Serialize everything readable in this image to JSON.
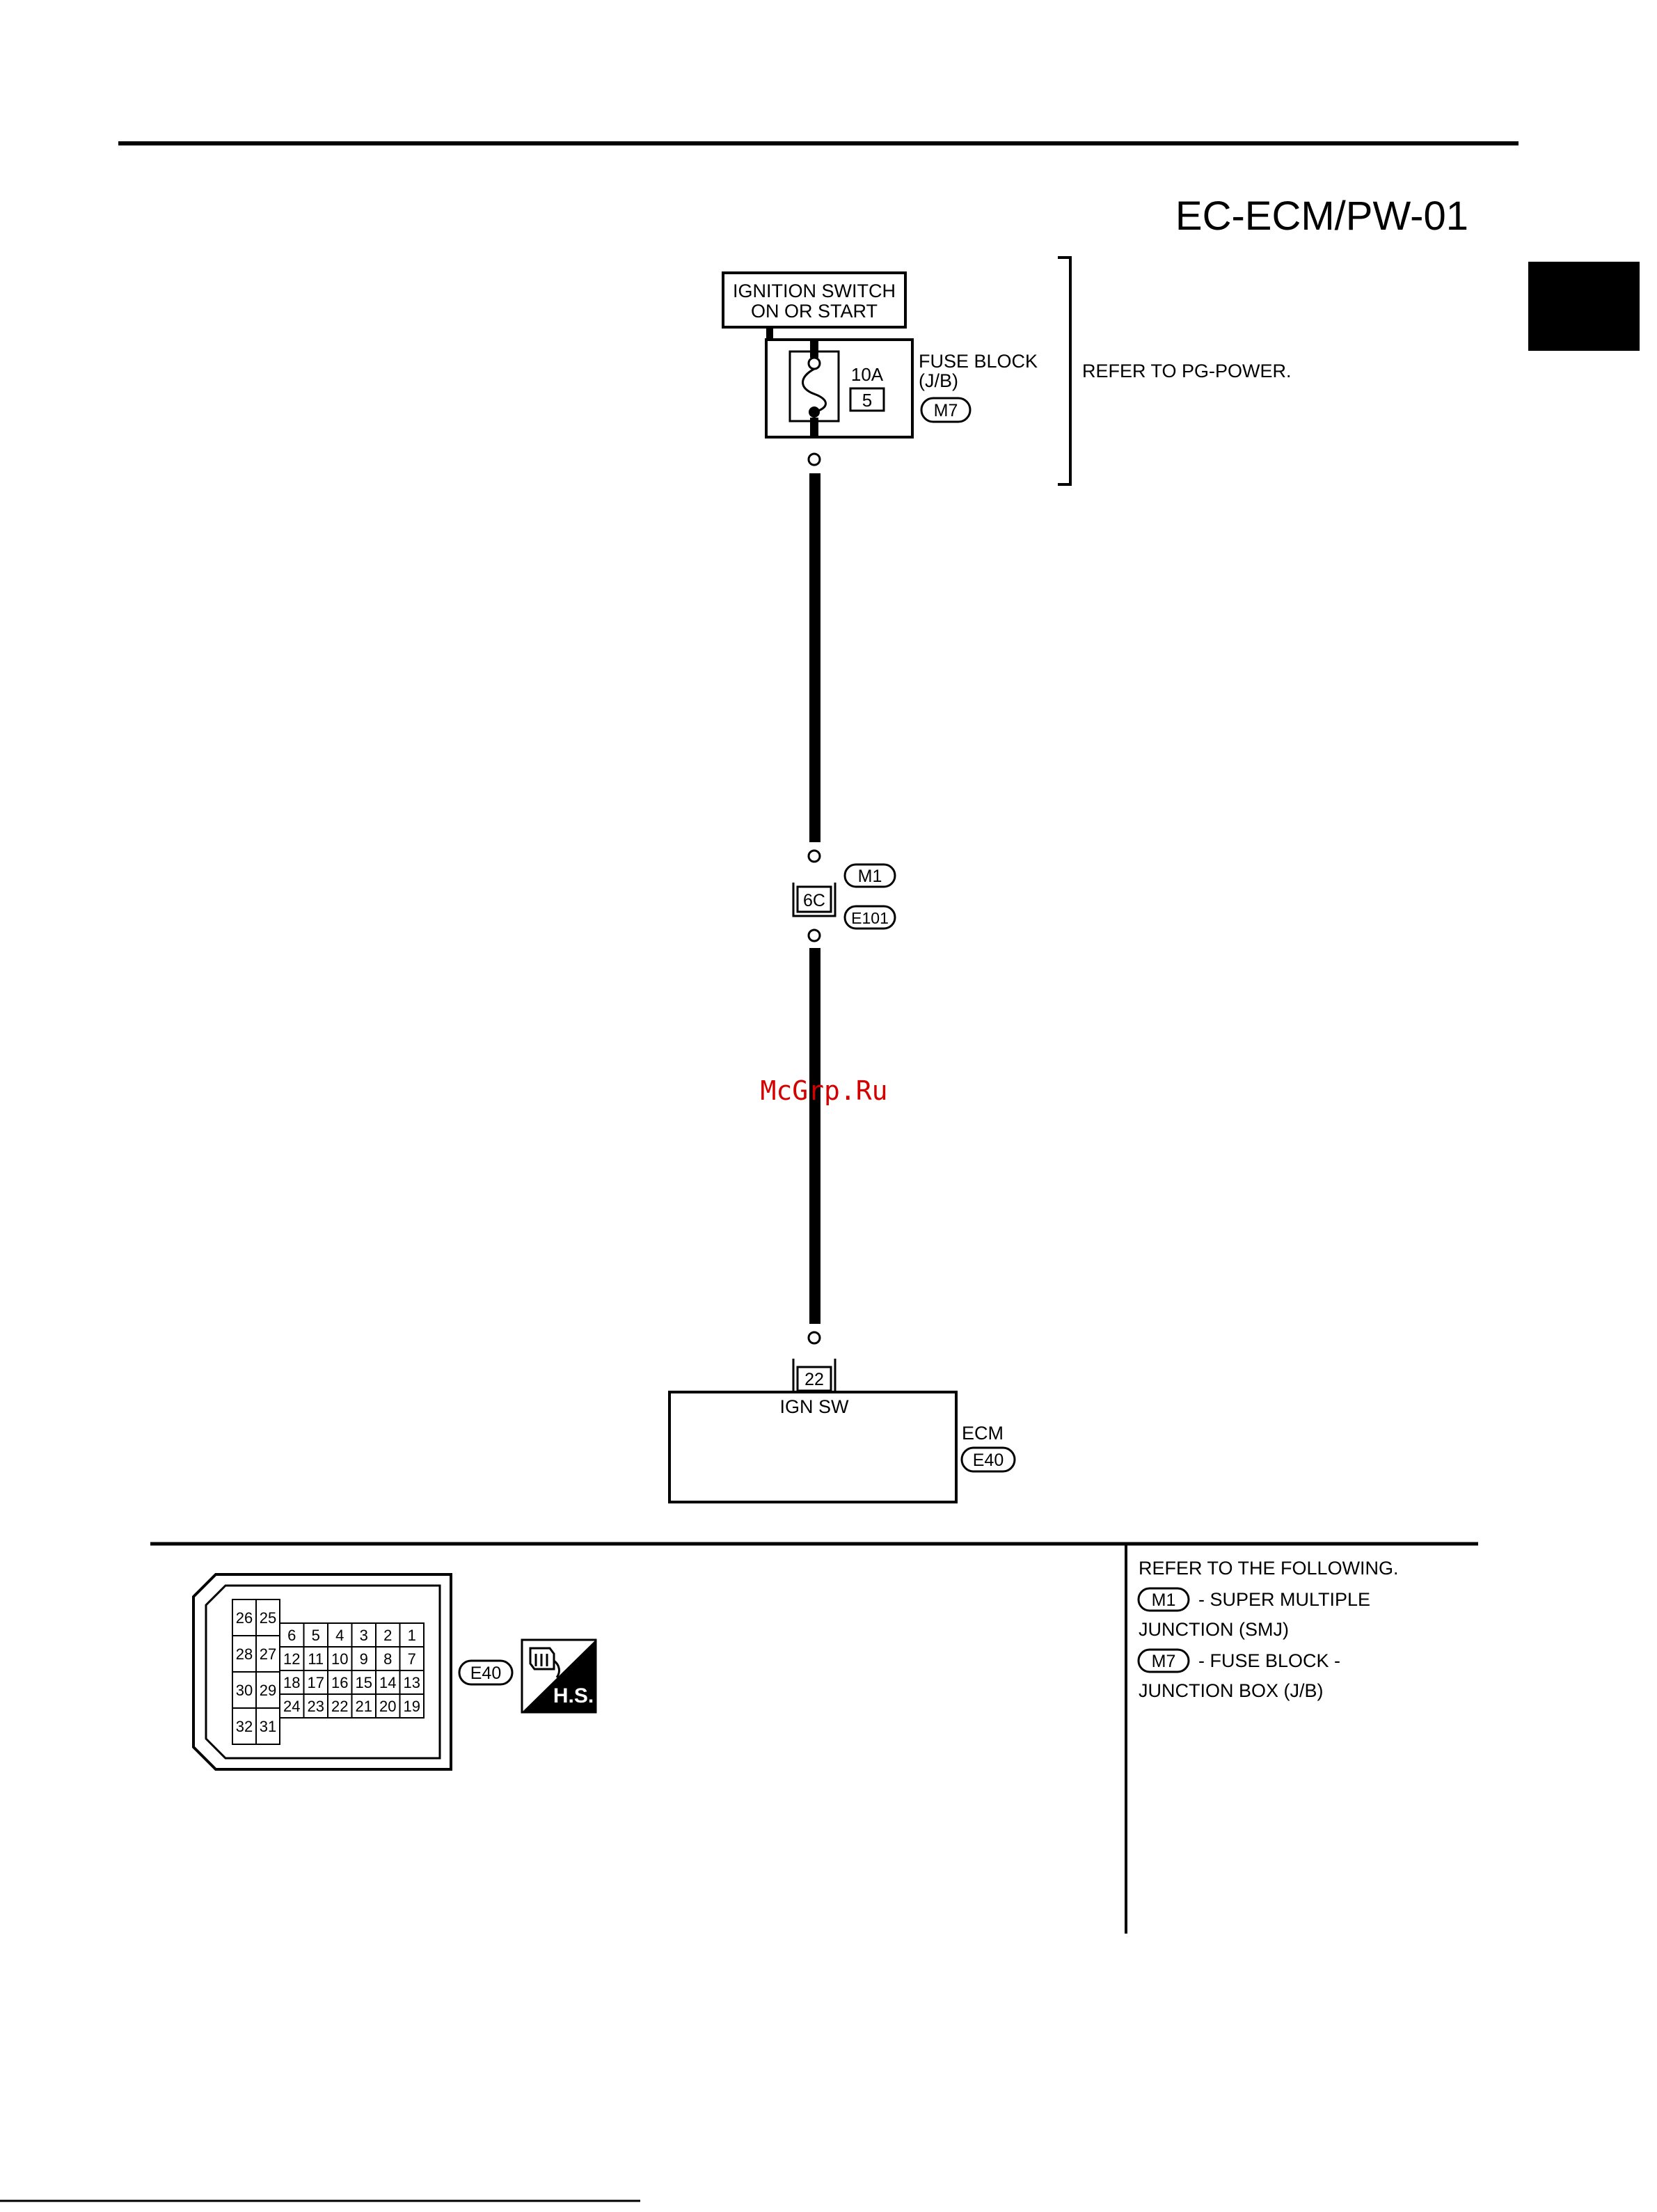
{
  "page": {
    "diagram_code": "EC-ECM/PW-01",
    "watermark": "McGrp.Ru",
    "colors": {
      "ink": "#000000",
      "paper": "#ffffff",
      "watermark": "#d40000"
    }
  },
  "power_source": {
    "label_line1": "IGNITION SWITCH",
    "label_line2": "ON OR START"
  },
  "fuse_block": {
    "name_line1": "FUSE BLOCK",
    "name_line2": "(J/B)",
    "fuse_rating": "10A",
    "fuse_number": "5",
    "connector": "M7",
    "refer_note": "REFER TO PG-POWER."
  },
  "junction": {
    "terminal": "6C",
    "connector_top": "M1",
    "connector_bottom": "E101"
  },
  "ecm": {
    "terminal": "22",
    "terminal_label": "IGN SW",
    "name": "ECM",
    "connector": "E40"
  },
  "connector_view": {
    "connector_id": "E40",
    "hs_badge": "H.S.",
    "pins": {
      "left_col": [
        [
          "26",
          "25"
        ],
        [
          "28",
          "27"
        ],
        [
          "30",
          "29"
        ],
        [
          "32",
          "31"
        ]
      ],
      "row1": [
        "6",
        "5",
        "4",
        "3",
        "2",
        "1"
      ],
      "row2": [
        "12",
        "11",
        "10",
        "9",
        "8",
        "7"
      ],
      "row3": [
        "18",
        "17",
        "16",
        "15",
        "14",
        "13"
      ],
      "row4": [
        "24",
        "23",
        "22",
        "21",
        "20",
        "19"
      ]
    }
  },
  "references": {
    "title": "REFER TO THE FOLLOWING.",
    "items": [
      {
        "code": "M1",
        "text_line1": "- SUPER MULTIPLE",
        "text_line2": "JUNCTION (SMJ)"
      },
      {
        "code": "M7",
        "text_line1": "- FUSE BLOCK -",
        "text_line2": "JUNCTION BOX (J/B)"
      }
    ]
  }
}
